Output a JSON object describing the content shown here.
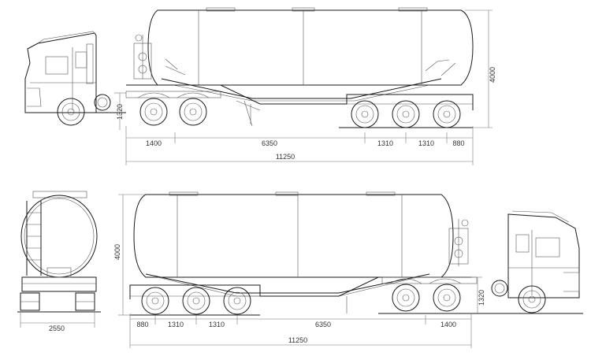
{
  "top_view": {
    "dimensions": {
      "height": "4000",
      "fifth_wheel_height": "1320",
      "front_to_kingpin": "1400",
      "kingpin_to_axle": "6350",
      "axle_spacing_1": "1310",
      "axle_spacing_2": "1310",
      "rear_overhang": "880",
      "overall_length": "11250"
    }
  },
  "bottom_view": {
    "dimensions": {
      "height": "4000",
      "fifth_wheel_height": "1320",
      "rear_overhang": "880",
      "axle_spacing_1": "1310",
      "axle_spacing_2": "1310",
      "kingpin_to_axle": "6350",
      "front_to_kingpin": "1400",
      "overall_length": "11250"
    }
  },
  "rear_view": {
    "dimensions": {
      "width": "2550"
    }
  }
}
